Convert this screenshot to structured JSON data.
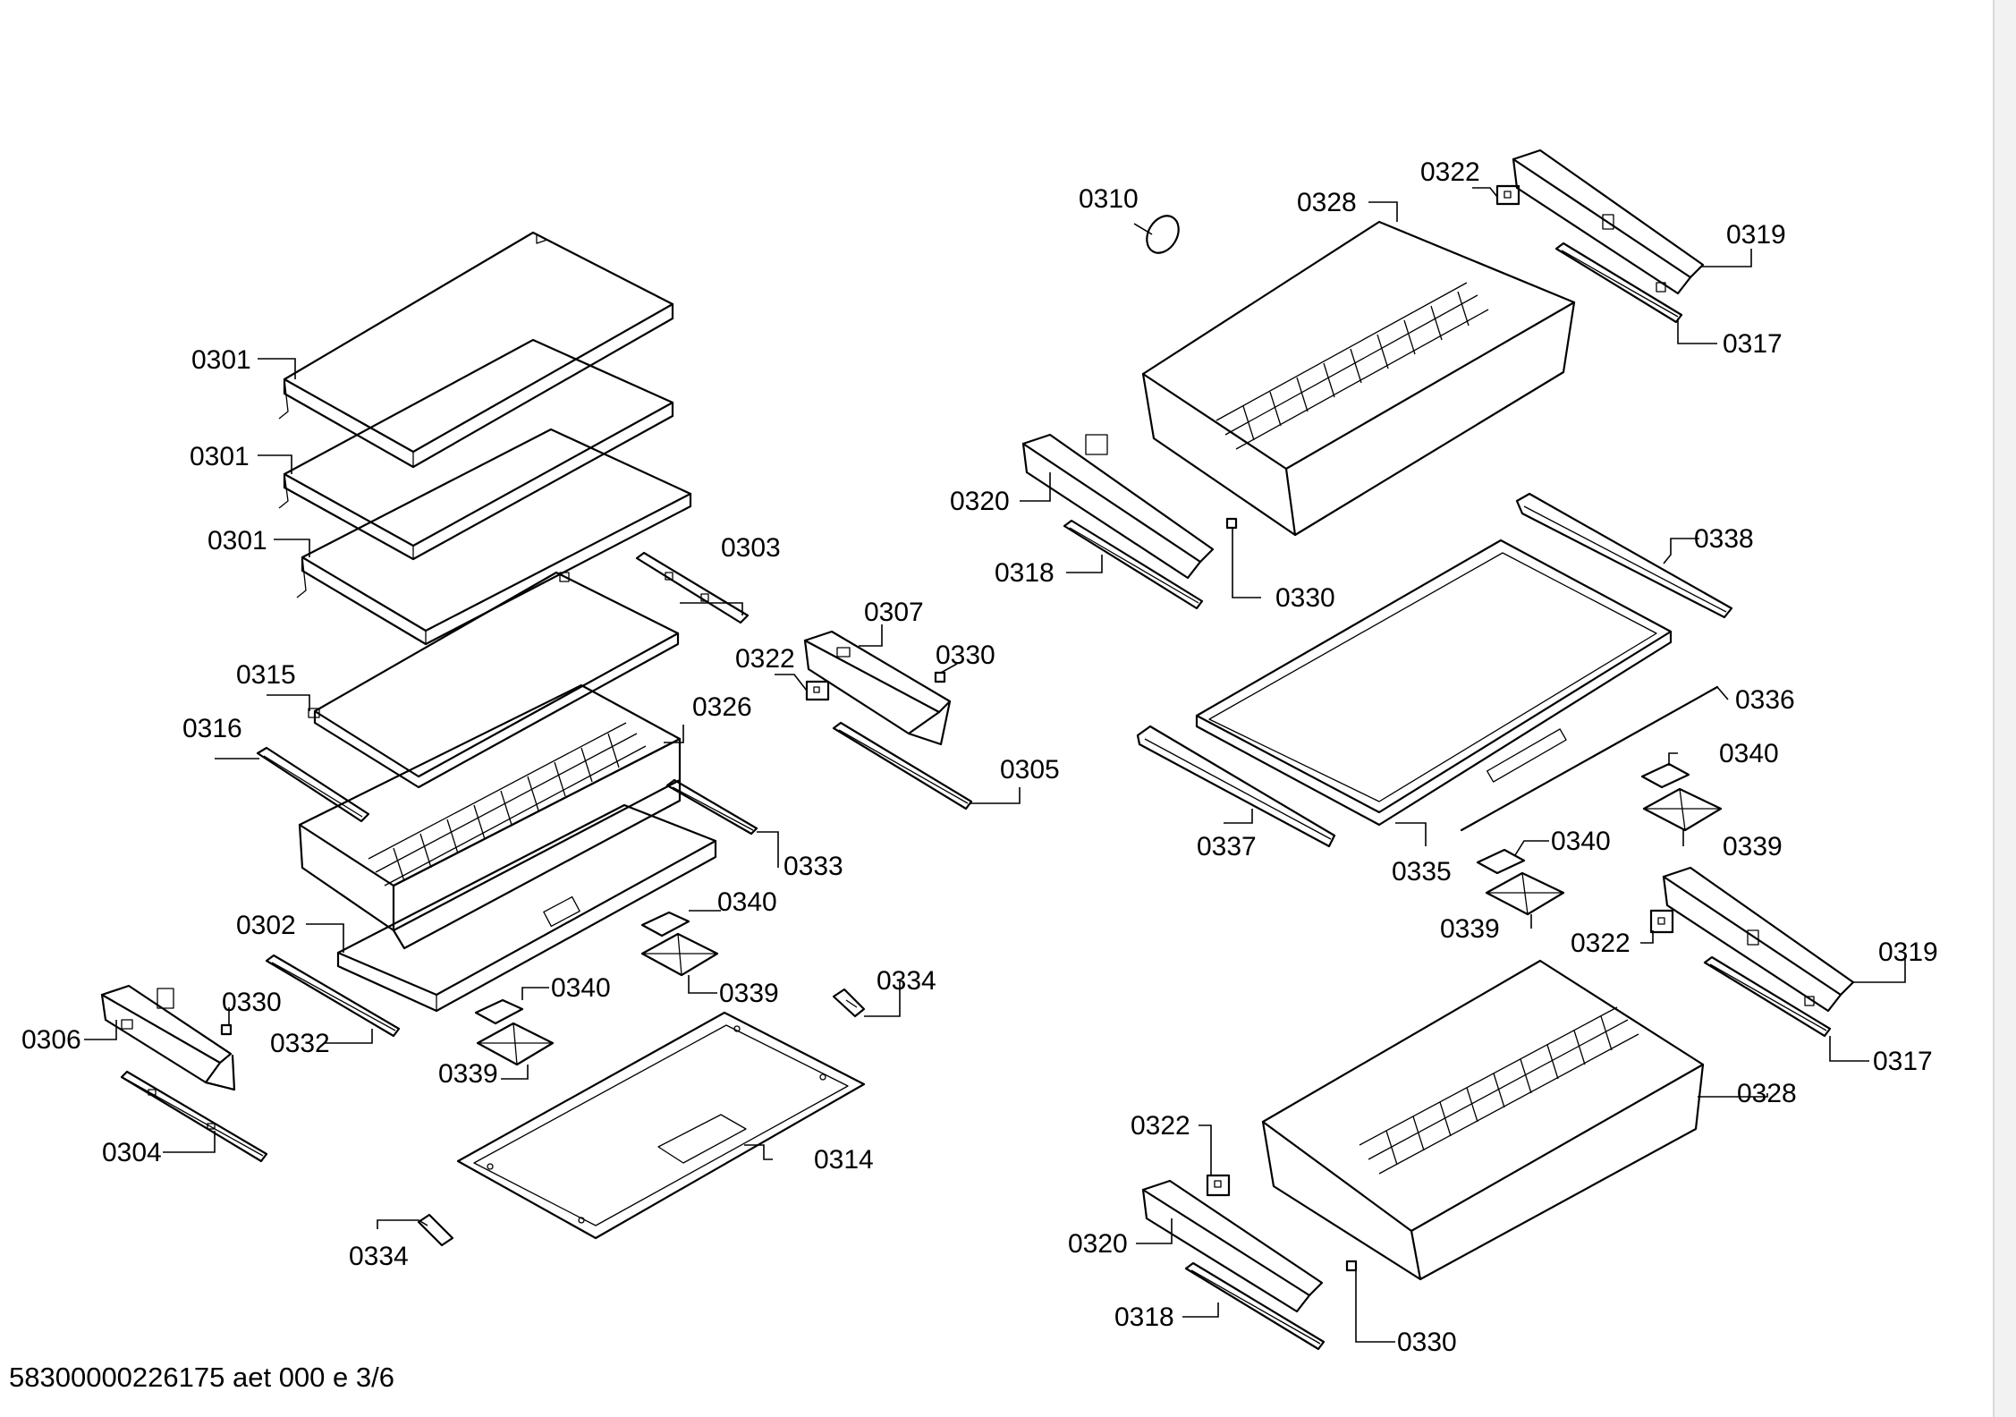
{
  "footer": "58300000226175 aet 000 e 3/6",
  "labels": {
    "l_0301_a": "0301",
    "l_0301_b": "0301",
    "l_0301_c": "0301",
    "l_0315": "0315",
    "l_0316": "0316",
    "l_0326": "0326",
    "l_0303": "0303",
    "l_0307": "0307",
    "l_0322_a": "0322",
    "l_0330_a": "0330",
    "l_0305": "0305",
    "l_0333": "0333",
    "l_0302": "0302",
    "l_0340_a": "0340",
    "l_0339_a": "0339",
    "l_0340_b": "0340",
    "l_0339_b": "0339",
    "l_0334_a": "0334",
    "l_0330_b": "0330",
    "l_0306": "0306",
    "l_0332": "0332",
    "l_0304": "0304",
    "l_0314": "0314",
    "l_0334_b": "0334",
    "l_0310": "0310",
    "l_0328_a": "0328",
    "l_0322_b": "0322",
    "l_0319_a": "0319",
    "l_0317_a": "0317",
    "l_0320_a": "0320",
    "l_0318_a": "0318",
    "l_0330_c": "0330",
    "l_0338": "0338",
    "l_0336": "0336",
    "l_0340_c": "0340",
    "l_0339_c": "0339",
    "l_0337": "0337",
    "l_0335": "0335",
    "l_0340_d": "0340",
    "l_0339_d": "0339",
    "l_0322_c": "0322",
    "l_0319_b": "0319",
    "l_0317_b": "0317",
    "l_0328_b": "0328",
    "l_0322_d": "0322",
    "l_0320_b": "0320",
    "l_0318_b": "0318",
    "l_0330_d": "0330"
  }
}
